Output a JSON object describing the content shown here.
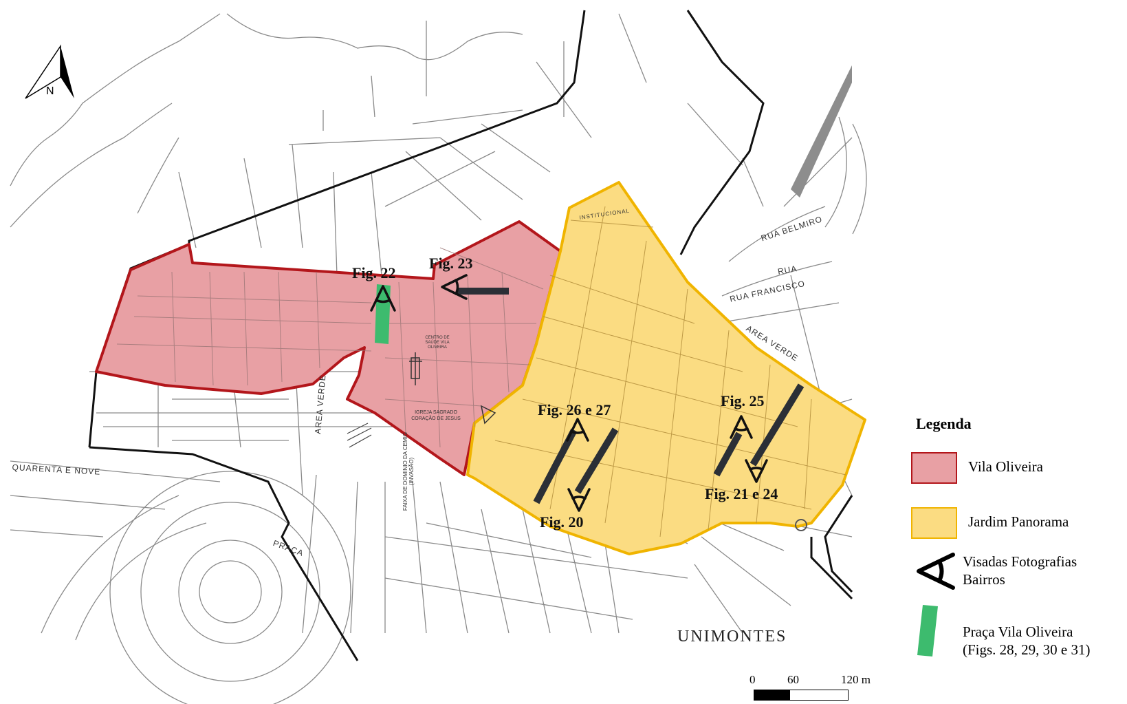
{
  "map": {
    "north_arrow": {
      "label": "N"
    },
    "fig_labels": {
      "fig22": "Fig. 22",
      "fig23": "Fig. 23",
      "fig26_27": "Fig. 26 e 27",
      "fig25": "Fig. 25",
      "fig20": "Fig. 20",
      "fig21_24": "Fig. 21 e 24"
    },
    "place_labels": {
      "unimontes": "UNIMONTES",
      "area_verde_left": "AREA VERDE",
      "area_verde_right": "AREA VERDE",
      "quarenta_e_nove": "QUARENTA E NOVE",
      "praca": "PRAÇA",
      "institucional": "INSTITUCIONAL",
      "igreja": "IGREJA SAGRADO CORAÇÃO DE JESUS",
      "centro": "CENTRO DE SAÚDE VILA OLIVEIRA",
      "rua_belmiro": "RUA BELMIRO",
      "rua": "RUA",
      "rua_francisco": "RUA FRANCISCO",
      "faixa": "FAIXA DE DOMINIO DA CEMIG (INVASÃO)"
    },
    "colors": {
      "vila_oliveira_fill": "#e8a0a4",
      "vila_oliveira_border": "#b3161b",
      "jardim_panorama_fill": "#fbdc82",
      "jardim_panorama_border": "#f0b400",
      "praca_fill": "#3dbb6e",
      "street_line": "#8a8a8a",
      "boundary_line": "#111111",
      "view_bar": "#2b2f36"
    }
  },
  "legend": {
    "title": "Legenda",
    "items": [
      {
        "label": "Vila Oliveira",
        "swatch": "pink-rectangle"
      },
      {
        "label": "Jardim Panorama",
        "swatch": "yellow-rectangle"
      },
      {
        "label_line1": "Visadas Fotografias",
        "label_line2": "Bairros",
        "swatch": "viewpoint-icon"
      },
      {
        "label_line1": "Praça Vila Oliveira",
        "label_line2": "(Figs. 28, 29, 30 e 31)",
        "swatch": "green-bar"
      }
    ]
  },
  "scale_bar": {
    "label_zero": "0",
    "label_mid": "60",
    "label_end": "120 m"
  }
}
